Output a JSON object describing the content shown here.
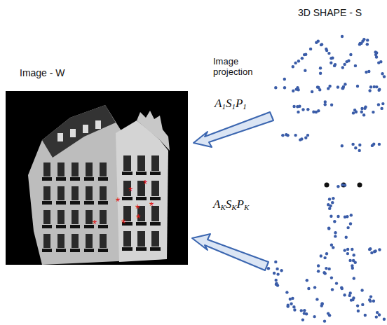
{
  "diagram": {
    "labels": [
      "3D SHAPE - S",
      "Image - W",
      "Image projection",
      "A1S1P1",
      "AKSKPK"
    ]
  }
}
